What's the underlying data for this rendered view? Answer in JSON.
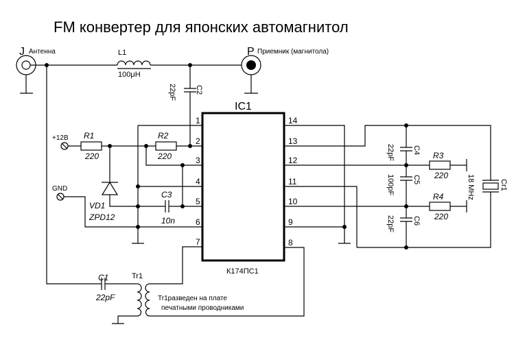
{
  "title": "FM конвертер для японских автомагнитол",
  "connectors": {
    "antenna": {
      "ref": "J",
      "label": "Антенна"
    },
    "receiver": {
      "ref": "P",
      "label": "Приемник (магнитола)"
    },
    "power": {
      "label": "+12В"
    },
    "ground": {
      "label": "GND"
    }
  },
  "components": {
    "L1": {
      "ref": "L1",
      "value": "100μH"
    },
    "C1": {
      "ref": "C1",
      "value": "22pF"
    },
    "C2": {
      "ref": "C2",
      "value": "22pF"
    },
    "C3": {
      "ref": "C3",
      "value": "10n"
    },
    "C4": {
      "ref": "C4",
      "value": "22pF"
    },
    "C5": {
      "ref": "C5",
      "value": "100pF"
    },
    "C6": {
      "ref": "C6",
      "value": "22pF"
    },
    "R1": {
      "ref": "R1",
      "value": "220"
    },
    "R2": {
      "ref": "R2",
      "value": "220"
    },
    "R3": {
      "ref": "R3",
      "value": "220"
    },
    "R4": {
      "ref": "R4",
      "value": "220"
    },
    "VD1": {
      "ref": "VD1",
      "value": "ZPD12"
    },
    "Cr1": {
      "ref": "Cr1",
      "value": "18 MHz"
    },
    "Tr1": {
      "ref": "Tr1"
    }
  },
  "ic1": {
    "ref": "IC1",
    "part": "К174ПС1",
    "pins_left": [
      "1",
      "2",
      "3",
      "4",
      "5",
      "6",
      "7"
    ],
    "pins_right": [
      "14",
      "13",
      "12",
      "11",
      "10",
      "9",
      "8"
    ]
  },
  "notes": {
    "tr1_line1": "Tr1разведен на плате",
    "tr1_line2": "печатными проводниками"
  }
}
